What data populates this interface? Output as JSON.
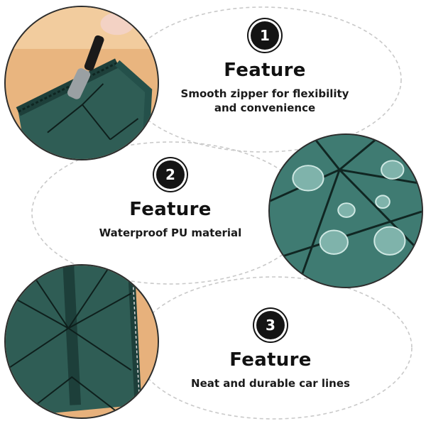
{
  "features": [
    {
      "number": "1",
      "title": "Feature",
      "desc_line1": "Smooth zipper for flexibility",
      "desc_line2": "and convenience",
      "photo_icon": "zipper-closeup-icon"
    },
    {
      "number": "2",
      "title": "Feature",
      "desc_line1": "Waterproof PU material",
      "photo_icon": "water-droplets-icon"
    },
    {
      "number": "3",
      "title": "Feature",
      "desc_line1": "Neat and durable car lines",
      "photo_icon": "stitched-seam-icon"
    }
  ],
  "colors": {
    "bag_green": "#2f5d55",
    "bag_dark": "#1d3f3a",
    "badge": "#141414",
    "dash": "#c9c9c9"
  }
}
